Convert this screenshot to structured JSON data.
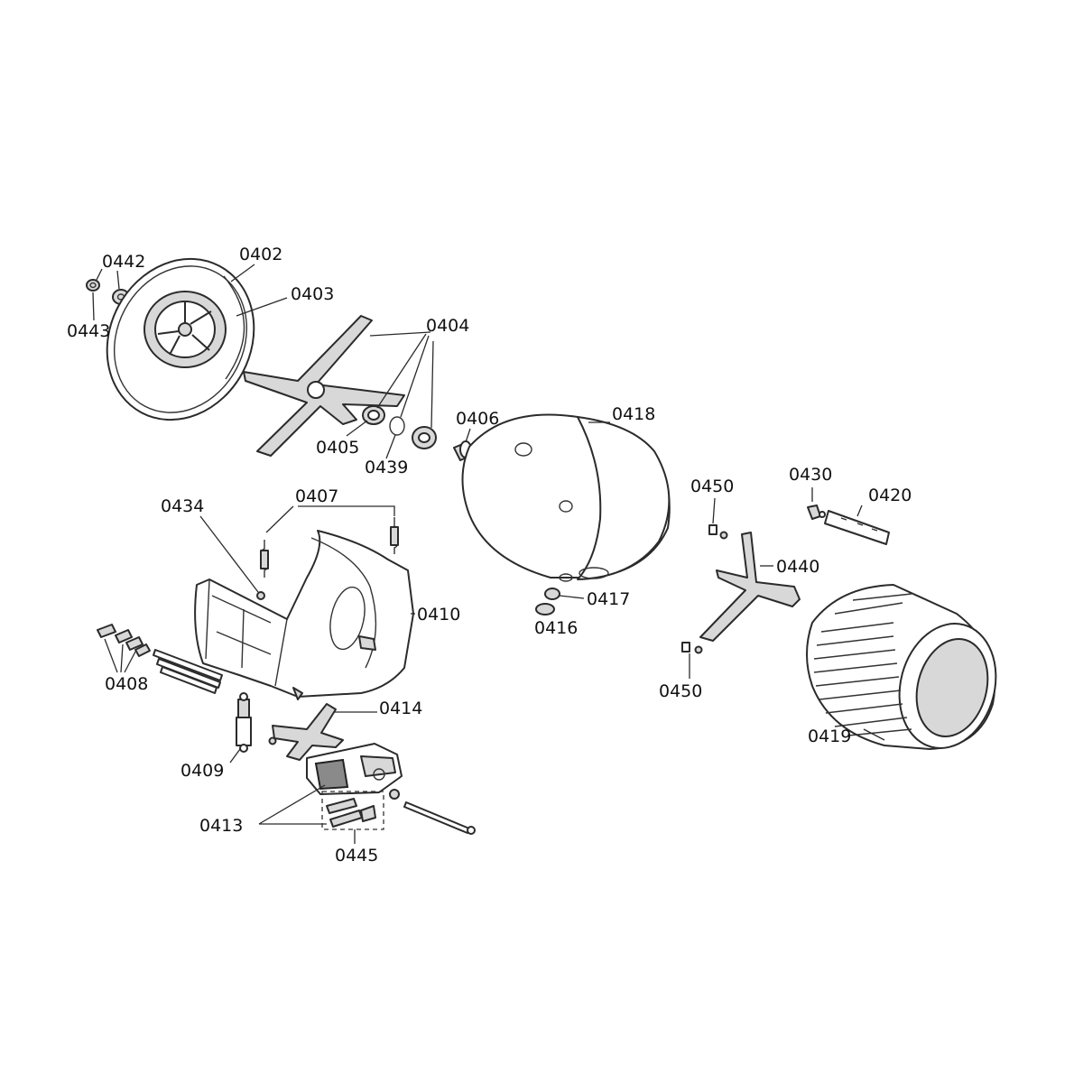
{
  "labels": {
    "p0442": "0442",
    "p0402": "0402",
    "p0403": "0403",
    "p0443": "0443",
    "p0404": "0404",
    "p0405": "0405",
    "p0439": "0439",
    "p0406": "0406",
    "p0418": "0418",
    "p0450a": "0450",
    "p0430": "0430",
    "p0420": "0420",
    "p0434": "0434",
    "p0407": "0407",
    "p0440": "0440",
    "p0417": "0417",
    "p0410": "0410",
    "p0416": "0416",
    "p0408": "0408",
    "p0450b": "0450",
    "p0414": "0414",
    "p0419": "0419",
    "p0409": "0409",
    "p0413": "0413",
    "p0445": "0445"
  },
  "colors": {
    "line": "#2b2b2b",
    "fill": "#ffffff",
    "shade": "#d8d8d8"
  }
}
